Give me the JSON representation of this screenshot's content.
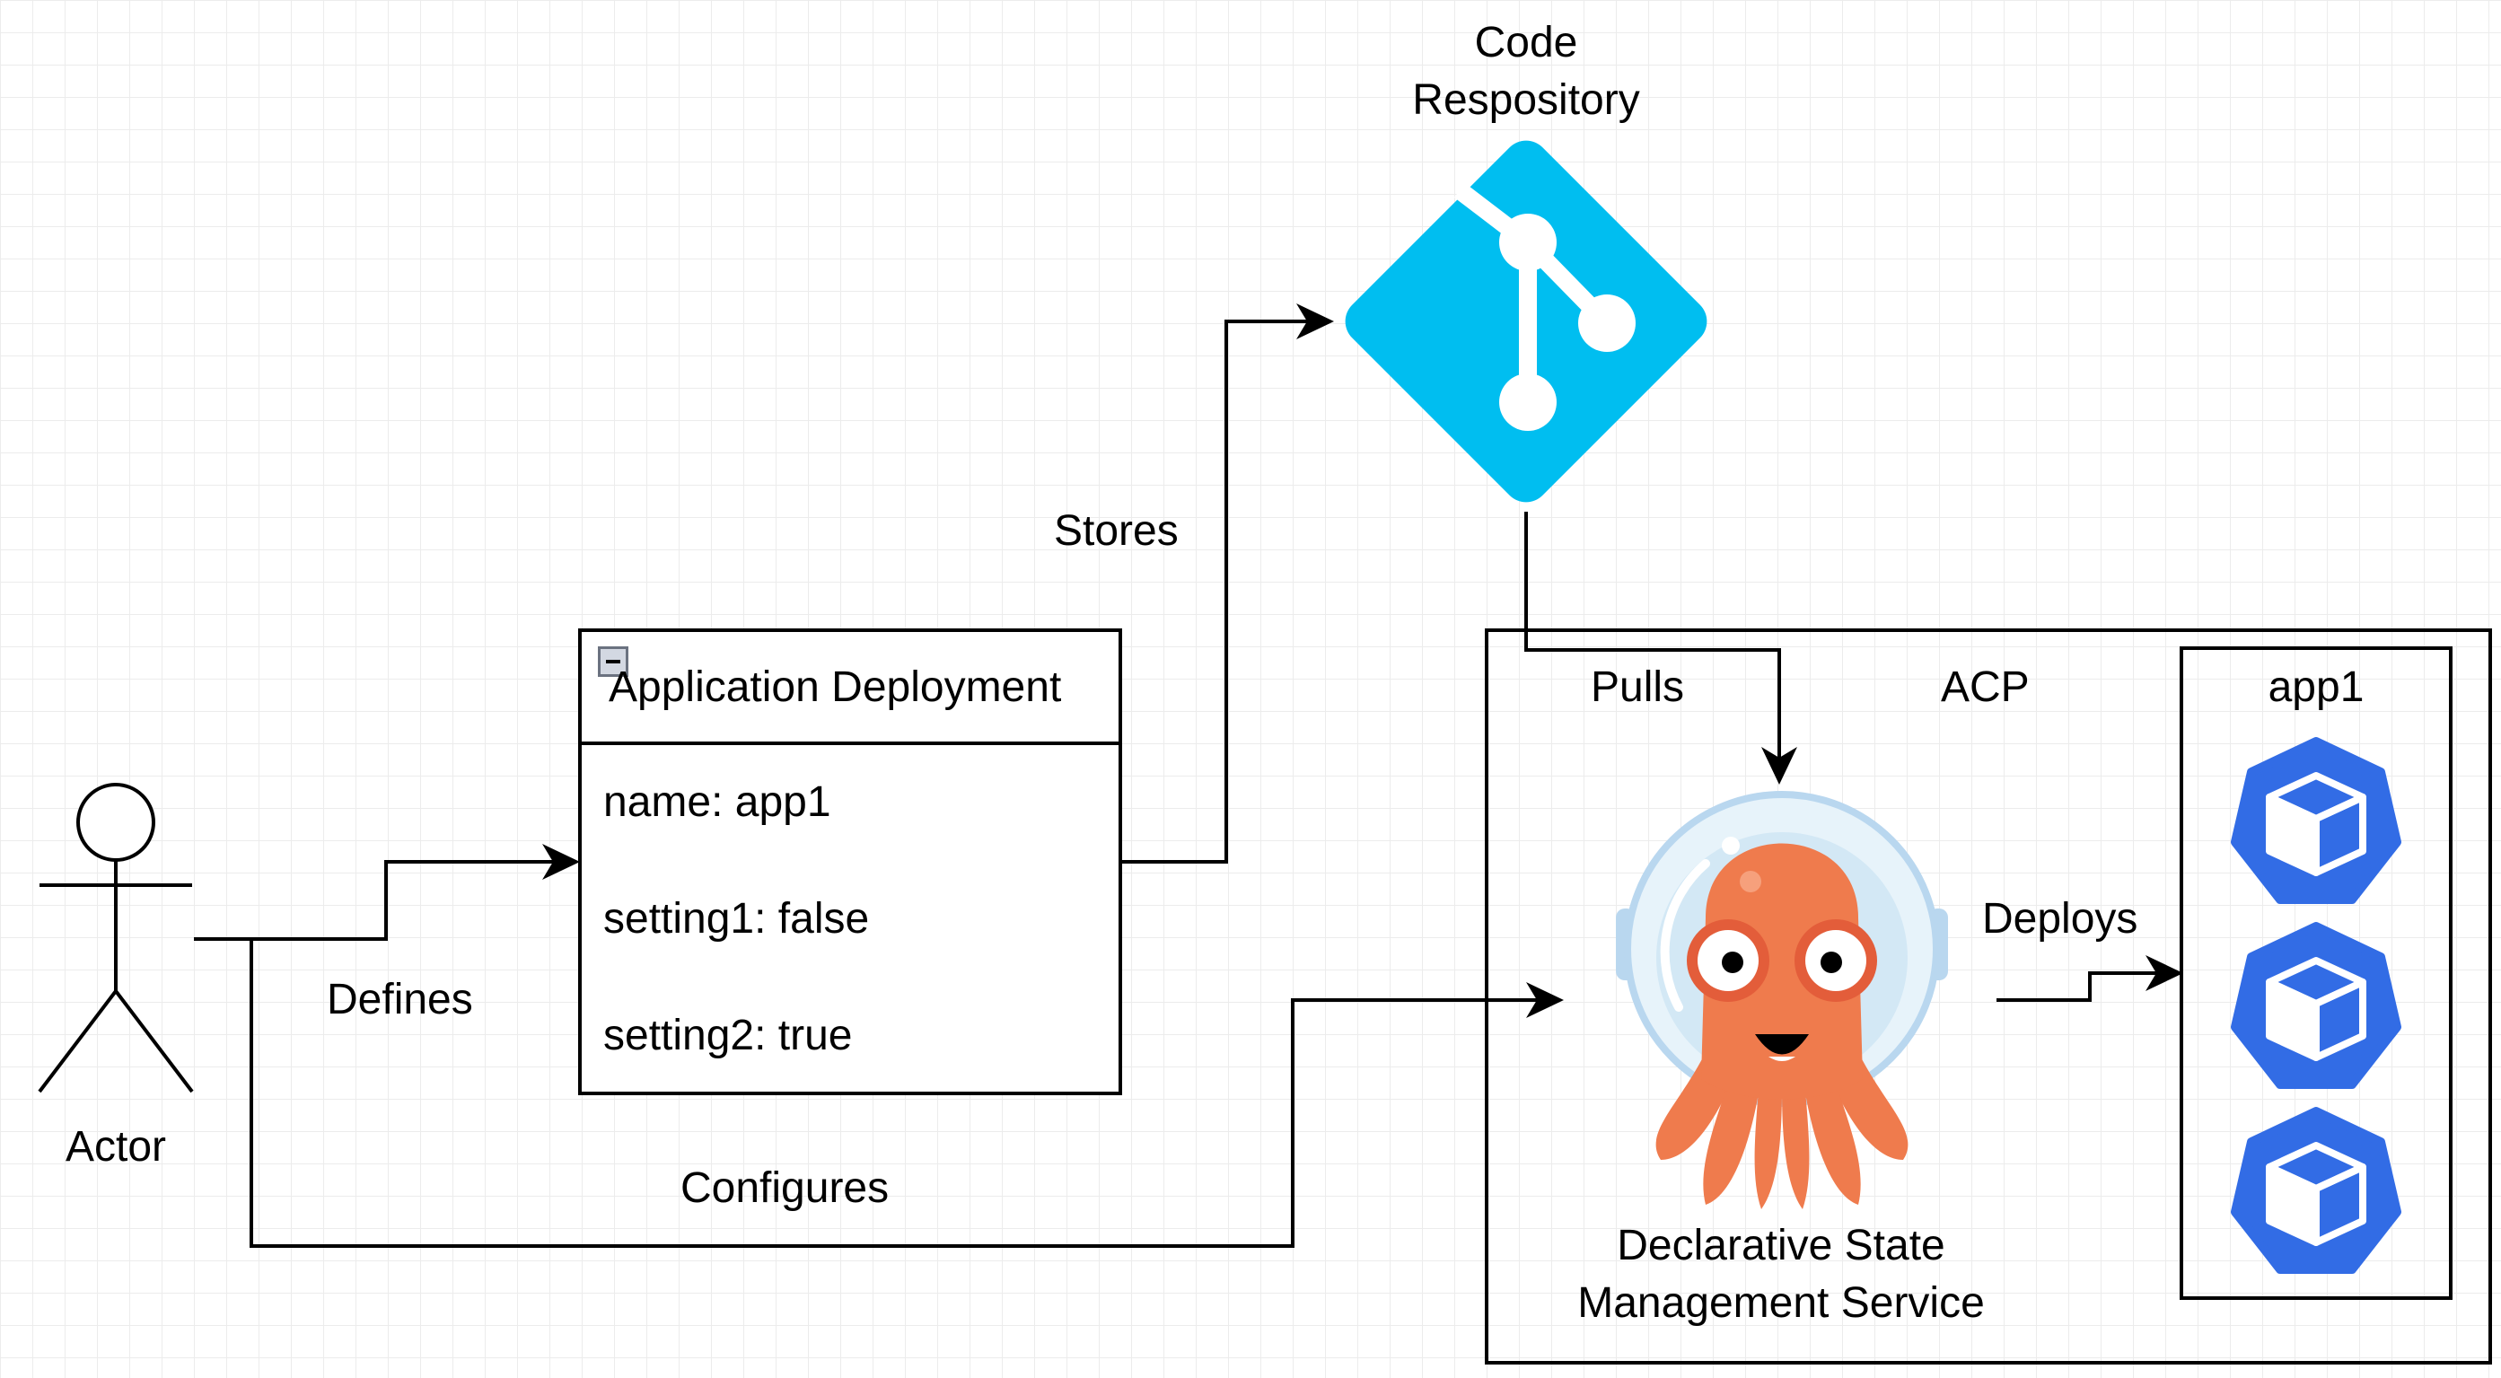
{
  "colors": {
    "git": "#00BEF0",
    "kubernetes": "#326CE5",
    "argo_body": "#EF7B4D",
    "line": "#000000"
  },
  "actor": {
    "label": "Actor"
  },
  "edges": {
    "defines": "Defines",
    "stores": "Stores",
    "pulls": "Pulls",
    "configures": "Configures",
    "deploys": "Deploys"
  },
  "repository": {
    "label_line1": "Code",
    "label_line2": "Respository",
    "icon": "git-icon"
  },
  "app_deployment": {
    "title": "Application Deployment",
    "fields": [
      "name: app1",
      "setting1: false",
      "setting2: true"
    ]
  },
  "acp": {
    "label": "ACP",
    "service_line1": "Declarative State",
    "service_line2": "Management Service",
    "service_icon": "argo-octopus-icon"
  },
  "app1": {
    "label": "app1",
    "pods": [
      "kubernetes-pod-icon",
      "kubernetes-pod-icon",
      "kubernetes-pod-icon"
    ]
  }
}
